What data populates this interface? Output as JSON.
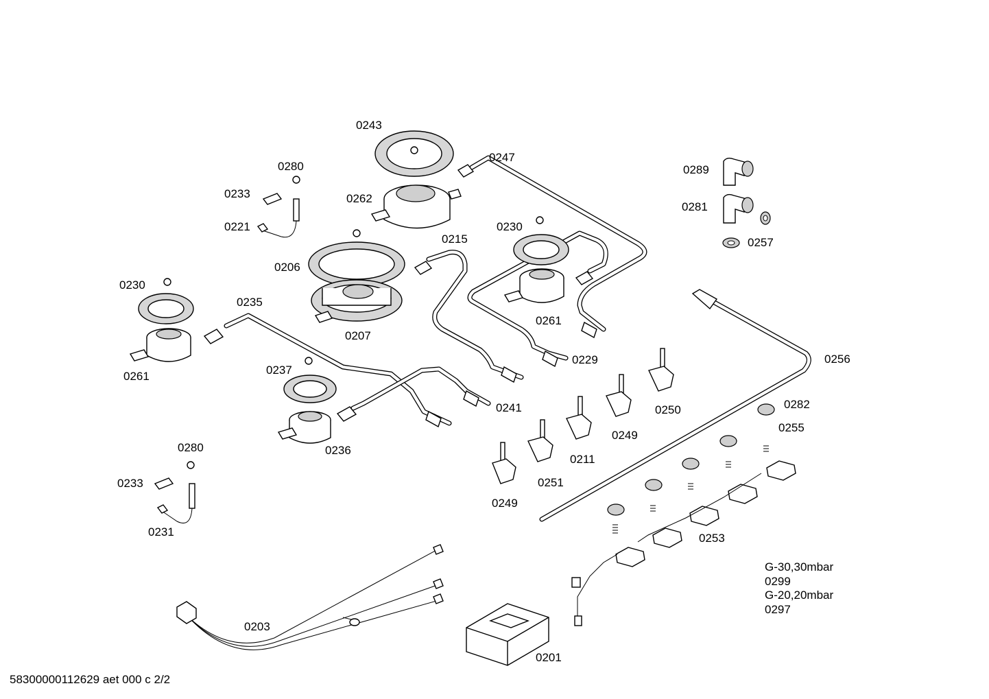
{
  "labels": {
    "p0243": "0243",
    "p0280a": "0280",
    "p0233a": "0233",
    "p0221": "0221",
    "p0262": "0262",
    "p0247": "0247",
    "p0206": "0206",
    "p0215": "0215",
    "p0230a": "0230",
    "p0230b": "0230",
    "p0235": "0235",
    "p0207": "0207",
    "p0261a": "0261",
    "p0261b": "0261",
    "p0229": "0229",
    "p0237": "0237",
    "p0241": "0241",
    "p0236": "0236",
    "p0280b": "0280",
    "p0233b": "0233",
    "p0231": "0231",
    "p0289": "0289",
    "p0281": "0281",
    "p0257": "0257",
    "p0256": "0256",
    "p0282": "0282",
    "p0255": "0255",
    "p0250": "0250",
    "p0249a": "0249",
    "p0211": "0211",
    "p0251": "0251",
    "p0249b": "0249",
    "p0253": "0253",
    "p0203": "0203",
    "p0201": "0201"
  },
  "gas_notes": {
    "line1": "G-30,30mbar",
    "line2": "0299",
    "line3": "G-20,20mbar",
    "line4": "0297"
  },
  "footer": "58300000112629 aet 000 c 2/2"
}
